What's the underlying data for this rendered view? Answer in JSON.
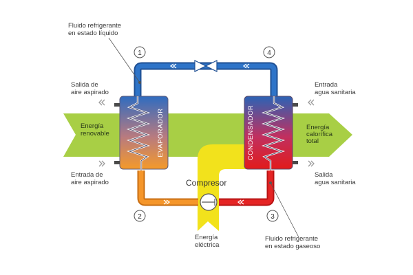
{
  "labels": {
    "liquid_refrigerant": [
      "Fluido refrigerante",
      "en estado líquido"
    ],
    "gas_refrigerant": [
      "Fluido refrigerante",
      "en estado gaseoso"
    ],
    "exhaust_air": [
      "Salida de",
      "aire aspirado"
    ],
    "intake_air": [
      "Entrada de",
      "aire aspirado"
    ],
    "water_in": [
      "Entrada",
      "agua sanitaria"
    ],
    "water_out": [
      "Salida",
      "agua sanitaria"
    ],
    "renewable_energy": [
      "Energía",
      "renovable"
    ],
    "total_heat_energy": [
      "Energía",
      "calorífica",
      "total"
    ],
    "electric_energy": [
      "Energía",
      "eléctrica"
    ],
    "compressor": "Compresor",
    "evaporator": "EVAPORADOR",
    "condenser": "CONDENSADOR"
  },
  "steps": [
    "1",
    "2",
    "3",
    "4"
  ],
  "colors": {
    "green_arrow": "#a8cf45",
    "yellow_input": "#f2e21c",
    "blue_pipe": "#2262b0",
    "orange_pipe": "#f08c1e",
    "red_pipe": "#e02020",
    "gray_arrow": "#9a9a9a"
  },
  "icons": [
    "expansion-valve-icon",
    "compressor-icon"
  ]
}
